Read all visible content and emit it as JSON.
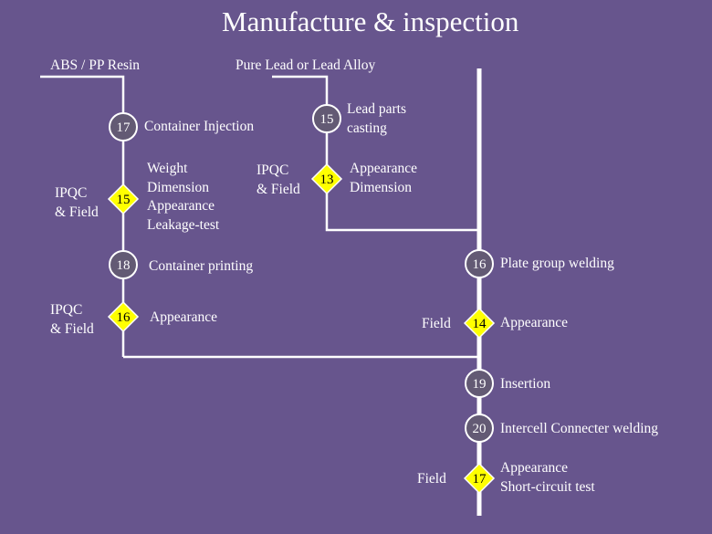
{
  "title": "Manufacture & inspection",
  "colors": {
    "background": "#67558d",
    "line": "#ffffff",
    "process_fill": "#635a74",
    "inspection_fill": "#ffff00"
  },
  "inputs": {
    "container_material": "ABS / PP Resin",
    "lead_material": "Pure Lead or Lead Alloy"
  },
  "container_branch": {
    "injection": {
      "number": "17",
      "label": "Container Injection"
    },
    "inspection_1": {
      "number": "15",
      "who": [
        "IPQC",
        "& Field"
      ],
      "items": [
        "Weight",
        "Dimension",
        "Appearance",
        "Leakage-test"
      ]
    },
    "printing": {
      "number": "18",
      "label": "Container printing"
    },
    "inspection_2": {
      "number": "16",
      "who": [
        "IPQC",
        "& Field"
      ],
      "items": [
        "Appearance"
      ]
    }
  },
  "lead_branch": {
    "casting": {
      "number": "15",
      "label": [
        "Lead parts",
        "casting"
      ]
    },
    "inspection": {
      "number": "13",
      "who": [
        "IPQC",
        "& Field"
      ],
      "items": [
        "Appearance",
        "Dimension"
      ]
    }
  },
  "main_line": {
    "plate_welding": {
      "number": "16",
      "label": "Plate group welding"
    },
    "inspection_1": {
      "number": "14",
      "who": "Field",
      "items": [
        "Appearance"
      ]
    },
    "insertion": {
      "number": "19",
      "label": "Insertion"
    },
    "intercell_welding": {
      "number": "20",
      "label": "Intercell Connecter welding"
    },
    "inspection_2": {
      "number": "17",
      "who": "Field",
      "items": [
        "Appearance",
        "Short-circuit test"
      ]
    }
  }
}
